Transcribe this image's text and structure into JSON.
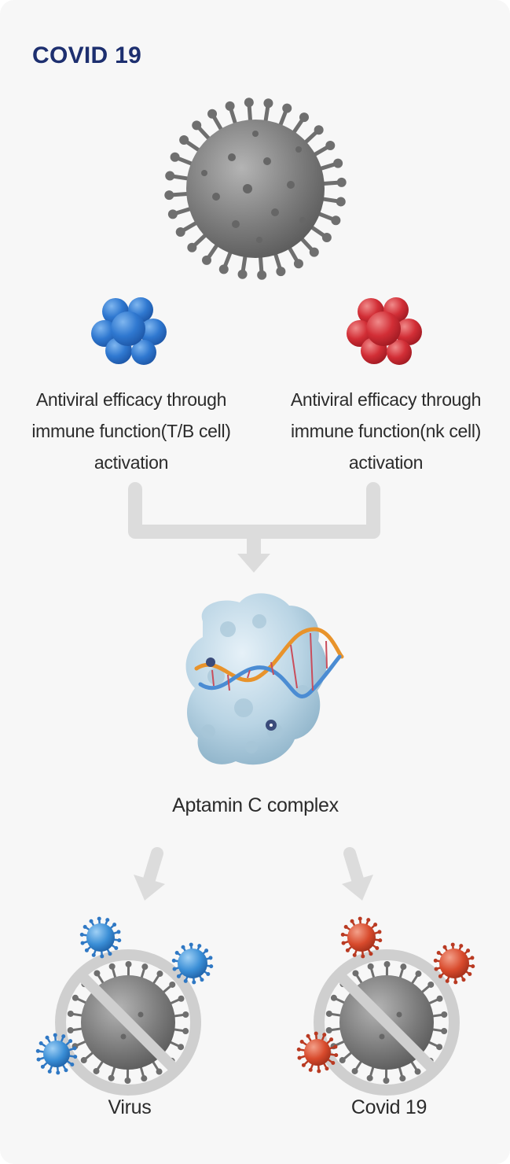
{
  "title": "COVID 19",
  "left_branch": {
    "caption": "Antiviral efficacy through immune function(T/B cell) activation",
    "cell_color": "#3a7fd2"
  },
  "right_branch": {
    "caption": "Antiviral efficacy through immune function(nk cell) activation",
    "cell_color": "#d8343c"
  },
  "complex": {
    "label": "Aptamin C complex"
  },
  "outcomes": [
    {
      "label": "Virus",
      "particle_color": "#3c8fd6"
    },
    {
      "label": "Covid 19",
      "particle_color": "#d9452b"
    }
  ],
  "colors": {
    "title": "#1d2f6f",
    "virus_gray": "#7a7a7a",
    "arrow_gray": "#dcdcdc",
    "ban_gray": "#cfcfcf"
  }
}
